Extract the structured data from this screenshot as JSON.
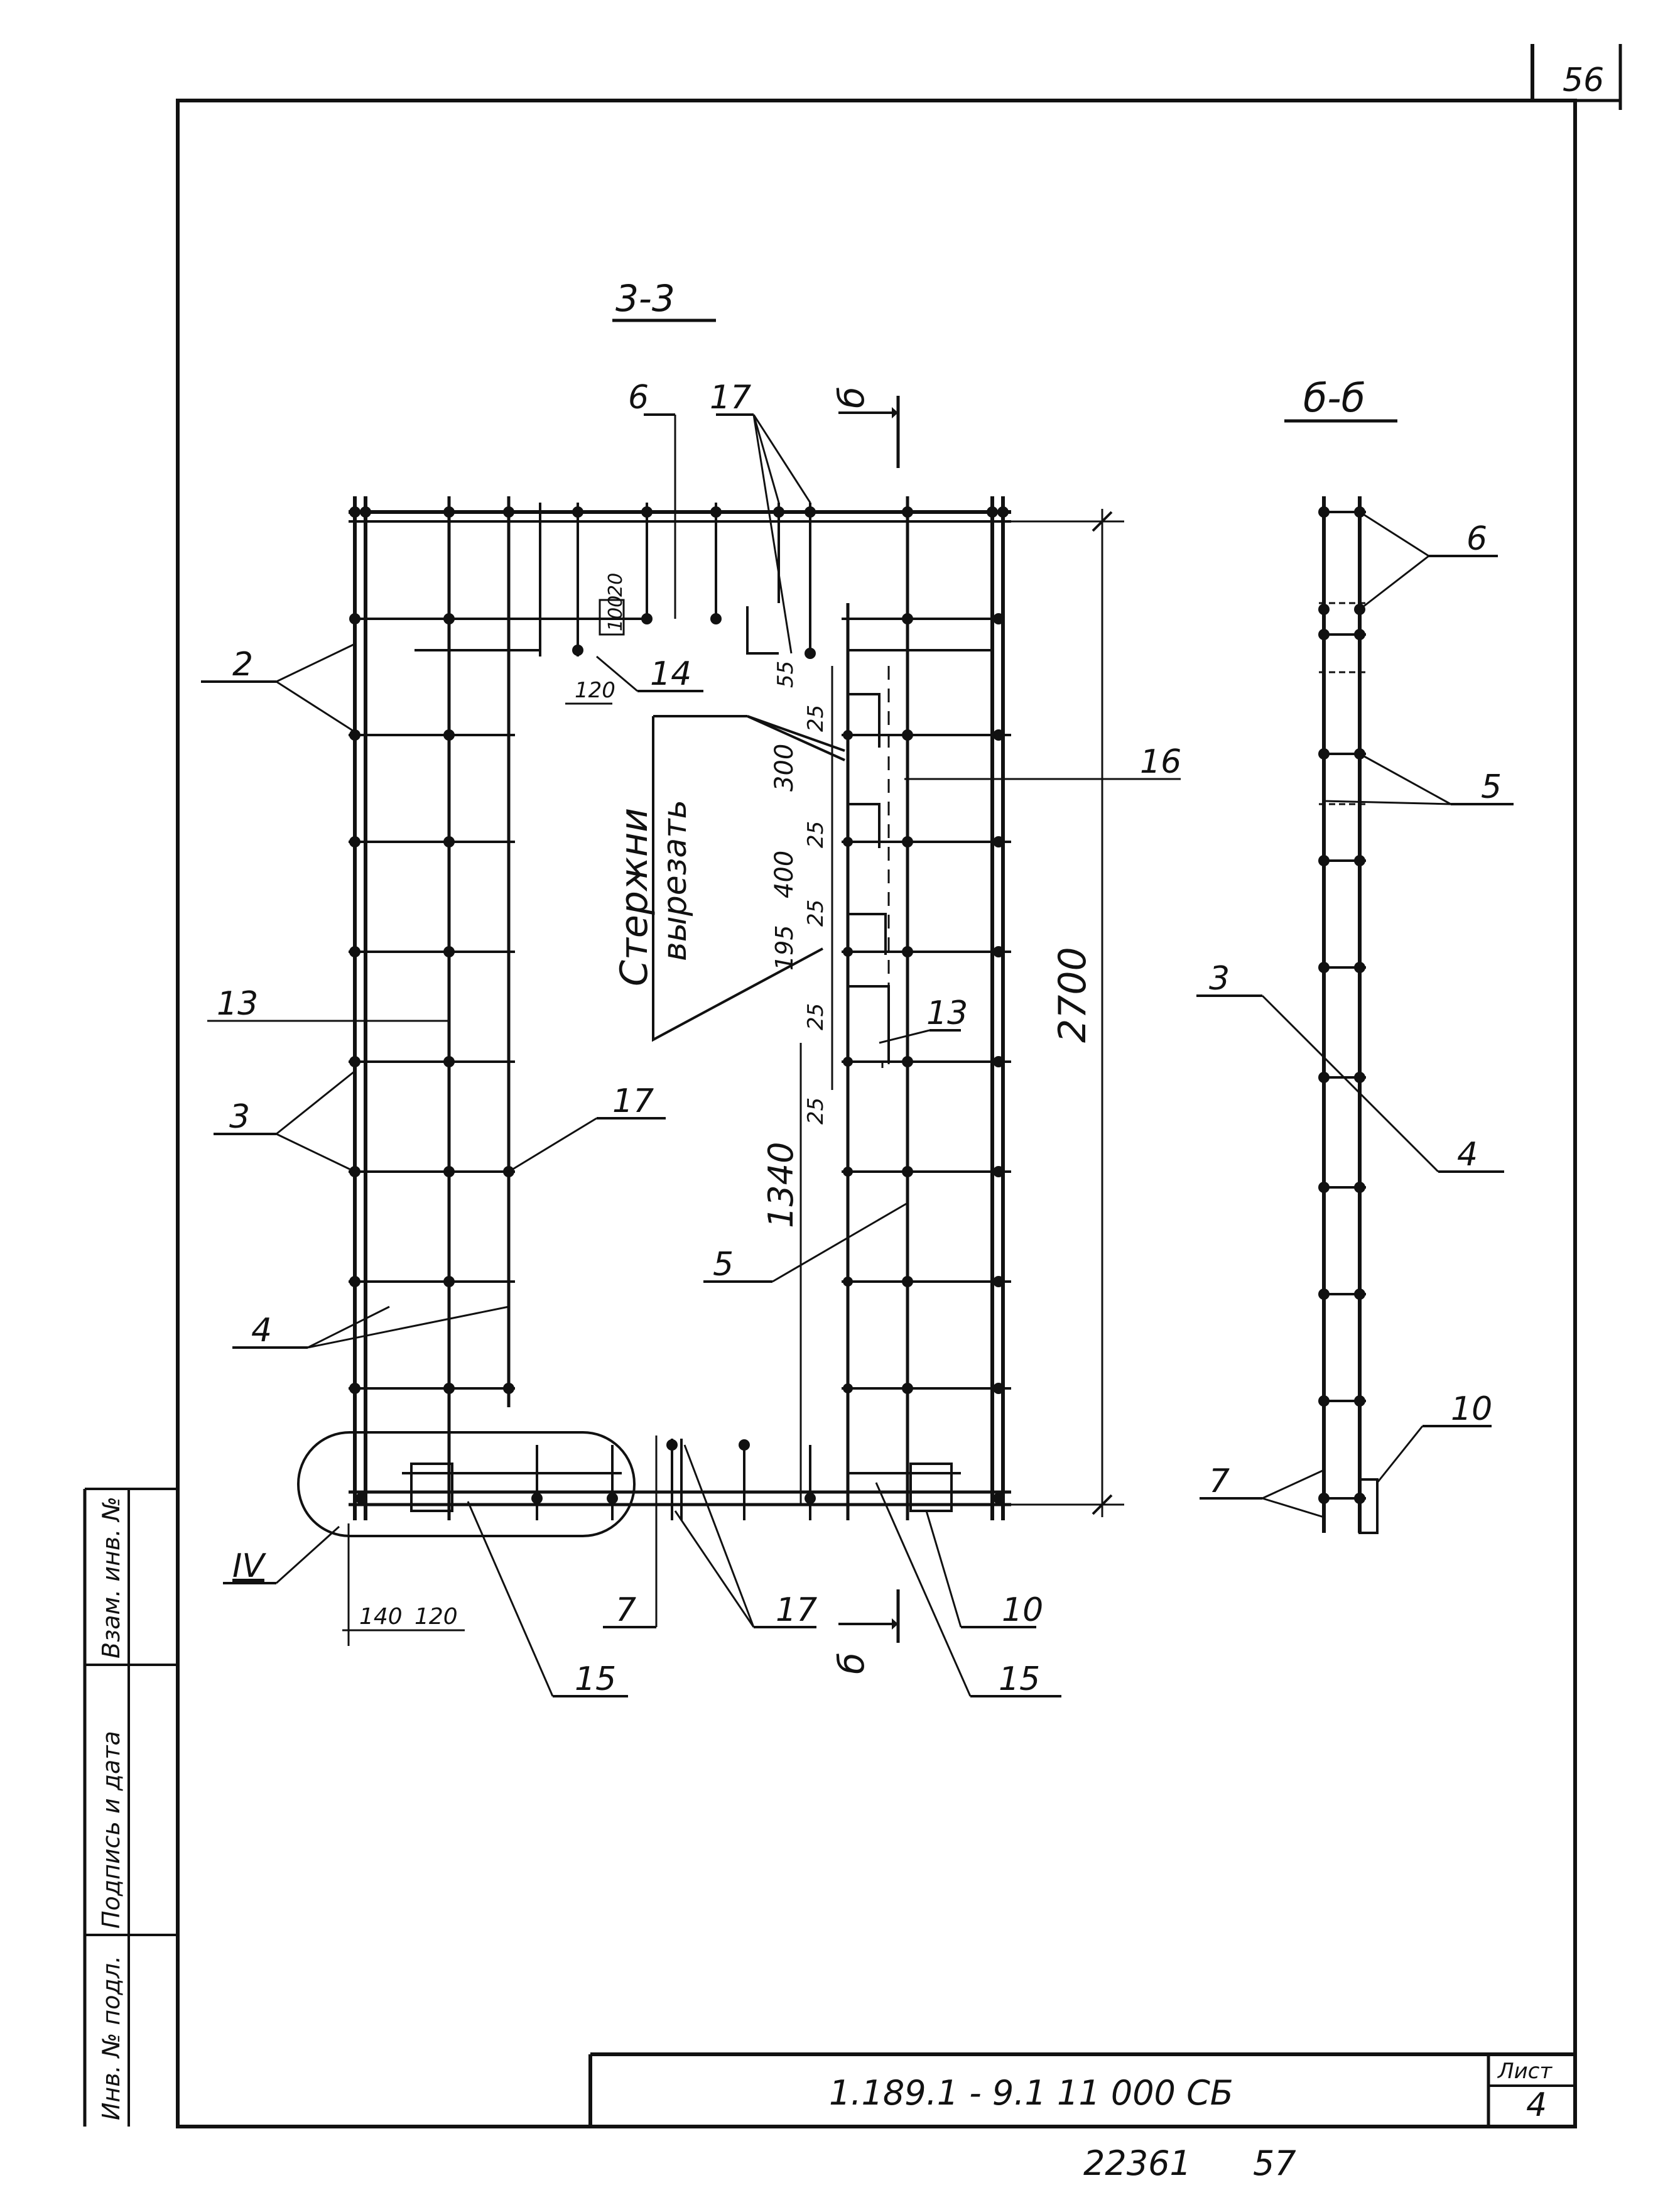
{
  "page_number": "56",
  "section_3_3": {
    "title": "3-3",
    "labels": {
      "l2": "2",
      "l3": "3",
      "l4": "4",
      "l5": "5",
      "l6": "6",
      "l7": "7",
      "l10": "10",
      "l13a": "13",
      "l13b": "13",
      "l14": "14",
      "l15a": "15",
      "l15b": "15",
      "l16": "16",
      "l17a": "17",
      "l17b": "17",
      "l17c": "17",
      "node_iv": "IV"
    },
    "dims": {
      "d20": "20",
      "d100": "100",
      "d120a": "120",
      "d55": "55",
      "d25a": "25",
      "d300": "300",
      "d25b": "25",
      "d400": "400",
      "d25c": "25",
      "d195": "195",
      "d25d": "25",
      "d25e": "25",
      "d1340": "1340",
      "d2700": "2700",
      "d140": "140",
      "d120b": "120"
    },
    "note_line1": "Стержни",
    "note_line2": "вырезать",
    "cut_mark": "б"
  },
  "section_b_b": {
    "title": "б-б",
    "labels": {
      "l6": "6",
      "l5": "5",
      "l3": "3",
      "l4": "4",
      "l7": "7",
      "l10": "10"
    }
  },
  "side_stamp": {
    "inv_podl": "Инв. № подл.",
    "podpis": "Подпись и дата",
    "vzam": "Взам. инв. №"
  },
  "title_block": {
    "designation": "1.189.1 - 9.1 11 000 СБ",
    "sheet_label": "Лист",
    "sheet_no": "4"
  },
  "footer": {
    "code": "22361",
    "page": "57"
  }
}
